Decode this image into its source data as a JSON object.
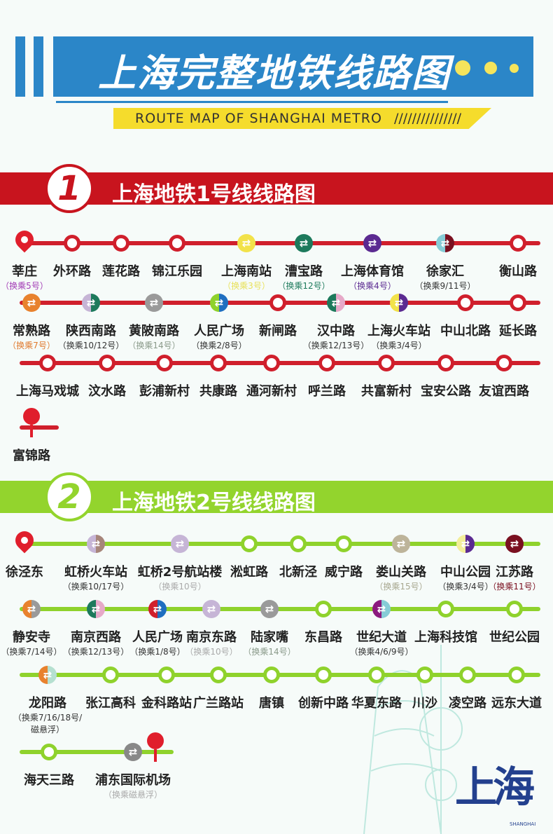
{
  "header": {
    "title": "上海完整地铁线路图",
    "subtitle": "ROUTE MAP OF SHANGHAI METRO",
    "slashes": "///////////////"
  },
  "logo": {
    "text": "上海",
    "sub": "SHANGHAI"
  },
  "colors": {
    "line1": "#d01f2c",
    "line2": "#8fd22c",
    "header": "#2b86c8",
    "banner1": "#c8141e",
    "banner2": "#93d42d",
    "accent": "#f5dc2c"
  },
  "line1": {
    "badge": "1",
    "title": "上海地铁1号线线路图",
    "stations": [
      {
        "name": "莘庄",
        "transfer": "（换乘5号）",
        "tcolor": "#a23bb5",
        "icon": "pin"
      },
      {
        "name": "外环路"
      },
      {
        "name": "莲花路"
      },
      {
        "name": "锦江乐园"
      },
      {
        "name": "上海南站",
        "transfer": "（换乘3号）",
        "tcolor": "#e8e15a",
        "icon": [
          "#f2e24a"
        ]
      },
      {
        "name": "漕宝路",
        "transfer": "（换乘12号）",
        "tcolor": "#1d7a5c",
        "icon": [
          "#1d7a5c"
        ]
      },
      {
        "name": "上海体育馆",
        "transfer": "（换乘4号）",
        "tcolor": "#5b2a91",
        "icon": [
          "#5b2a91"
        ]
      },
      {
        "name": "徐家汇",
        "transfer": "（换乘9/11号）",
        "tcolor": "#333",
        "icon": [
          "#86ccd6",
          "#7a1020"
        ]
      },
      {
        "name": "衡山路"
      },
      {
        "name": "常熟路",
        "transfer": "（换乘7号）",
        "tcolor": "#e07a2e",
        "icon": [
          "#e8822e"
        ]
      },
      {
        "name": "陕西南路",
        "transfer": "（换乘10/12号）",
        "tcolor": "#333",
        "icon": [
          "#c6b5d6",
          "#1d7a5c"
        ]
      },
      {
        "name": "黄陂南路",
        "transfer": "（换乘14号）",
        "tcolor": "#8a9a8a",
        "icon": [
          "#9a9a9a"
        ]
      },
      {
        "name": "人民广场",
        "transfer": "（换乘2/8号）",
        "tcolor": "#333",
        "icon": [
          "#8fd22c",
          "#1f6fc0"
        ]
      },
      {
        "name": "新闸路"
      },
      {
        "name": "汉中路",
        "transfer": "（换乘12/13号）",
        "tcolor": "#333",
        "icon": [
          "#1d7a5c",
          "#e6a9c8"
        ]
      },
      {
        "name": "上海火车站",
        "transfer": "（换乘3/4号）",
        "tcolor": "#333",
        "icon": [
          "#f2e24a",
          "#5b2a91"
        ]
      },
      {
        "name": "中山北路"
      },
      {
        "name": "延长路"
      },
      {
        "name": "上海马戏城"
      },
      {
        "name": "汶水路"
      },
      {
        "name": "彭浦新村"
      },
      {
        "name": "共康路"
      },
      {
        "name": "通河新村"
      },
      {
        "name": "呼兰路"
      },
      {
        "name": "共富新村"
      },
      {
        "name": "宝安公路"
      },
      {
        "name": "友谊西路"
      },
      {
        "name": "富锦路",
        "icon": "end"
      }
    ]
  },
  "line2": {
    "badge": "2",
    "title": "上海地铁2号线线路图",
    "stations": [
      {
        "name": "徐泾东",
        "icon": "pin"
      },
      {
        "name": "虹桥火车站",
        "transfer": "（换乘10/17号）",
        "tcolor": "#333",
        "icon": [
          "#c6b5d6",
          "#a6857a"
        ]
      },
      {
        "name": "虹桥2号航站楼",
        "transfer": "（换乘10号）",
        "tcolor": "#aaa",
        "icon": [
          "#c6b5d6"
        ]
      },
      {
        "name": "淞虹路"
      },
      {
        "name": "北新泾"
      },
      {
        "name": "威宁路"
      },
      {
        "name": "娄山关路",
        "transfer": "（换乘15号）",
        "tcolor": "#a8a890",
        "icon": [
          "#bdb49a"
        ]
      },
      {
        "name": "中山公园",
        "transfer": "（换乘3/4号）",
        "tcolor": "#333",
        "icon": [
          "#f2ee9a",
          "#5b2a91"
        ]
      },
      {
        "name": "江苏路",
        "transfer": "（换乘11号）",
        "tcolor": "#7a1020",
        "icon": [
          "#7a1020"
        ]
      },
      {
        "name": "静安寺",
        "transfer": "（换乘7/14号）",
        "tcolor": "#333",
        "icon": [
          "#e8822e",
          "#9a9a9a"
        ]
      },
      {
        "name": "南京西路",
        "transfer": "（换乘12/13号）",
        "tcolor": "#333",
        "icon": [
          "#1d7a5c",
          "#e6a9c8"
        ]
      },
      {
        "name": "人民广场",
        "transfer": "（换乘1/8号）",
        "tcolor": "#333",
        "icon": [
          "#d01f2c",
          "#1f6fc0"
        ]
      },
      {
        "name": "南京东路",
        "transfer": "（换乘10号）",
        "tcolor": "#aaa",
        "icon": [
          "#c6b5d6"
        ]
      },
      {
        "name": "陆家嘴",
        "transfer": "（换乘14号）",
        "tcolor": "#8a9a8a",
        "icon": [
          "#9a9a9a"
        ]
      },
      {
        "name": "东昌路"
      },
      {
        "name": "世纪大道",
        "transfer": "（换乘4/6/9号）",
        "tcolor": "#333",
        "icon": [
          "#8b1a7e",
          "#86ccd6"
        ]
      },
      {
        "name": "上海科技馆"
      },
      {
        "name": "世纪公园"
      },
      {
        "name": "龙阳路",
        "transfer": "（换乘7/16/18号/磁悬浮）",
        "tcolor": "#333",
        "icon": [
          "#e8822e",
          "#b5e0d0"
        ]
      },
      {
        "name": "张江高科"
      },
      {
        "name": "金科路站"
      },
      {
        "name": "广兰路站"
      },
      {
        "name": "唐镇"
      },
      {
        "name": "创新中路"
      },
      {
        "name": "华夏东路"
      },
      {
        "name": "川沙"
      },
      {
        "name": "凌空路"
      },
      {
        "name": "远东大道"
      },
      {
        "name": "海天三路"
      },
      {
        "name": "浦东国际机场",
        "transfer": "（换乘磁悬浮）",
        "tcolor": "#aaa",
        "icon": [
          "#888"
        ]
      },
      {
        "name": "",
        "icon": "end"
      }
    ]
  }
}
